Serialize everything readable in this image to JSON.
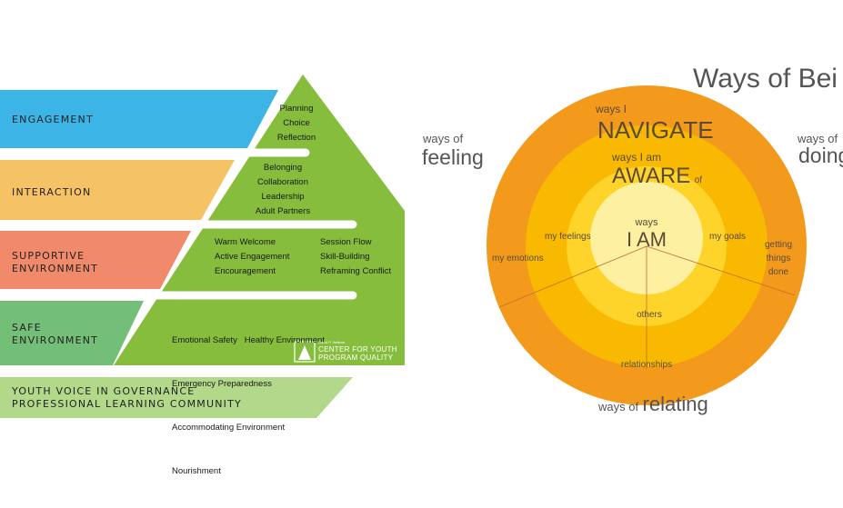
{
  "pyramid": {
    "colors": {
      "engagement": "#3cb4e6",
      "interaction": "#f6c266",
      "supportive": "#f08a6a",
      "safe": "#74bf78",
      "triangle": "#86bd3c",
      "bottom": "#b2d989"
    },
    "levels": [
      {
        "label": "ENGAGEMENT",
        "items": [
          "Planning",
          "Choice",
          "Reflection"
        ]
      },
      {
        "label": "INTERACTION",
        "items": [
          "Belonging",
          "Collaboration",
          "Leadership",
          "Adult Partners"
        ]
      },
      {
        "label_line1": "SUPPORTIVE",
        "label_line2": "ENVIRONMENT",
        "items_left": [
          "Warm Welcome",
          "Active Engagement",
          "Encouragement"
        ],
        "items_right": [
          "Session Flow",
          "Skill-Building",
          "Reframing Conflict"
        ]
      },
      {
        "label_line1": "SAFE",
        "label_line2": "ENVIRONMENT",
        "items": [
          "Emotional Safety   Healthy Environment",
          "Emergency Preparedness",
          "Accommodating Environment",
          "Nourishment"
        ]
      }
    ],
    "bottom_line1": "YOUTH VOICE IN GOVERNANCE",
    "bottom_line2": "PROFESSIONAL LEARNING COMMUNITY",
    "logo": {
      "small": "David P. Weikart",
      "line1": "CENTER FOR YOUTH",
      "line2": "PROGRAM QUALITY"
    }
  },
  "circle": {
    "title": "Ways of Bei",
    "colors": {
      "outer": "#f39a1d",
      "middle": "#f8b900",
      "inner": "#ffd42a",
      "core": "#fdf0a0"
    },
    "navigate_small": "ways I",
    "navigate_big": "NAVIGATE",
    "aware_small": "ways I am",
    "aware_big": "AWARE",
    "aware_of": "of",
    "core_small": "ways",
    "core_big": "I AM",
    "my_feelings": "my feelings",
    "my_goals": "my goals",
    "my_emotions": "my emotions",
    "getting": "getting",
    "things": "things",
    "done": "done",
    "others": "others",
    "relationships": "relationships",
    "left_small": "ways of",
    "left_big": "feeling",
    "right_small": "ways of",
    "right_big": "doing",
    "bottom_small": "ways of",
    "bottom_big": "relating"
  }
}
